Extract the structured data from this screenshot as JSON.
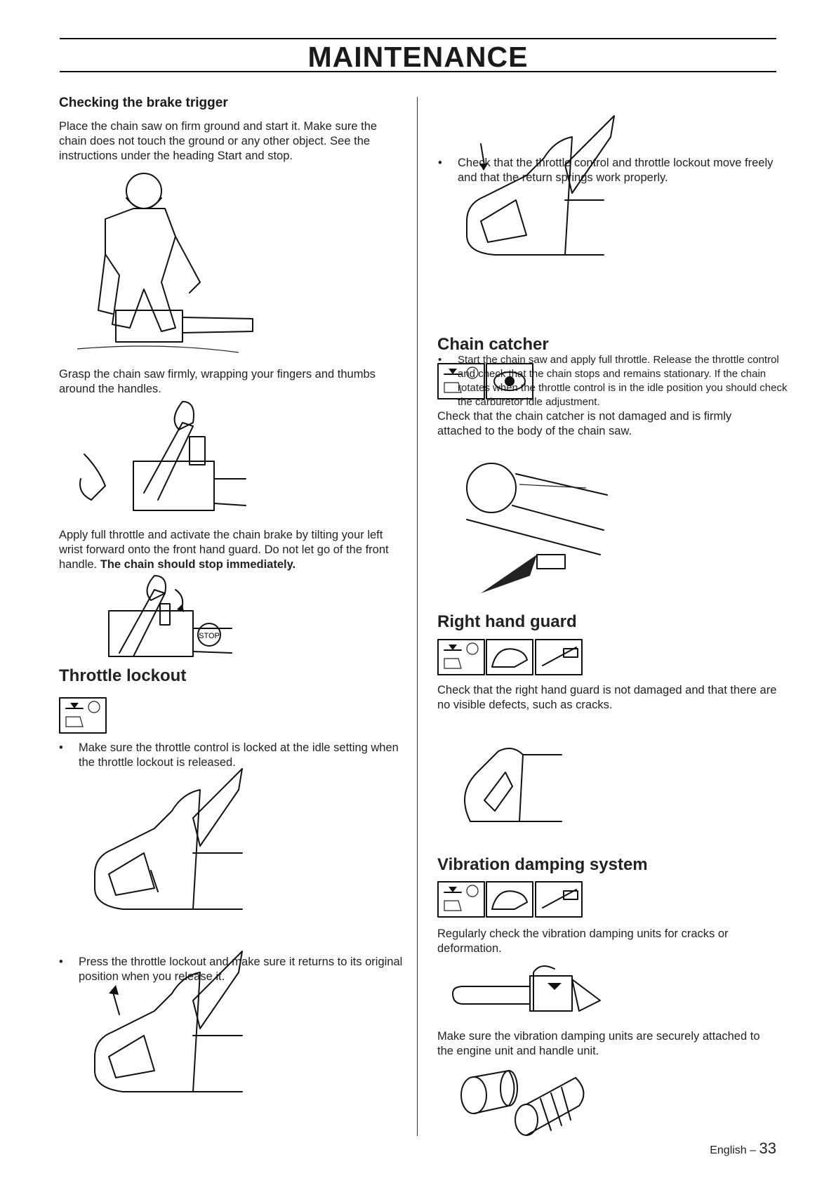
{
  "header": {
    "title": "MAINTENANCE"
  },
  "left": {
    "brake_heading": "Checking the brake trigger",
    "brake_p1": "Place the chain saw on firm ground and start it. Make sure the chain does not touch the ground or any other object. See the instructions under the heading Start and stop.",
    "brake_p2": "Grasp the chain saw firmly, wrapping your fingers and thumbs around the handles.",
    "brake_p3": "Apply full throttle and activate the chain brake by tilting your left wrist forward onto the front hand guard. Do not let go of the front handle.",
    "brake_p3_bold": "The chain should stop immediately.",
    "stop_label": "STOP",
    "throttle_heading": "Throttle lockout",
    "throttle_b1": "Make sure the throttle control is locked at the idle setting when the throttle lockout is released.",
    "throttle_b2": "Press the throttle lockout and make sure it returns to its original position when you release it."
  },
  "right": {
    "throttle_b3": "Check that the throttle control and throttle lockout move freely and that the return springs work properly.",
    "throttle_b4": "Start the chain saw and apply full throttle. Release the throttle control and check that the chain stops and remains stationary. If the chain rotates when the throttle control is in the idle position you should check the carburetor idle adjustment.",
    "catcher_heading": "Chain catcher",
    "catcher_p1": "Check that the chain catcher is not damaged and is firmly attached to the body of the chain saw.",
    "guard_heading": "Right hand guard",
    "guard_p1": "Check that the right hand guard is not damaged and that there are no visible defects, such as cracks.",
    "vib_heading": "Vibration damping system",
    "vib_p1": "Regularly check the vibration damping units for cracks or deformation.",
    "vib_p2": "Make sure the vibration damping units are securely attached to the engine unit and handle unit."
  },
  "bullet_char": "•",
  "footer": {
    "language": "English",
    "separator": "–",
    "page": "33"
  },
  "icons": [
    "stop-engine-icon",
    "eye-inspection-icon",
    "gloves-icon",
    "brush-icon"
  ]
}
